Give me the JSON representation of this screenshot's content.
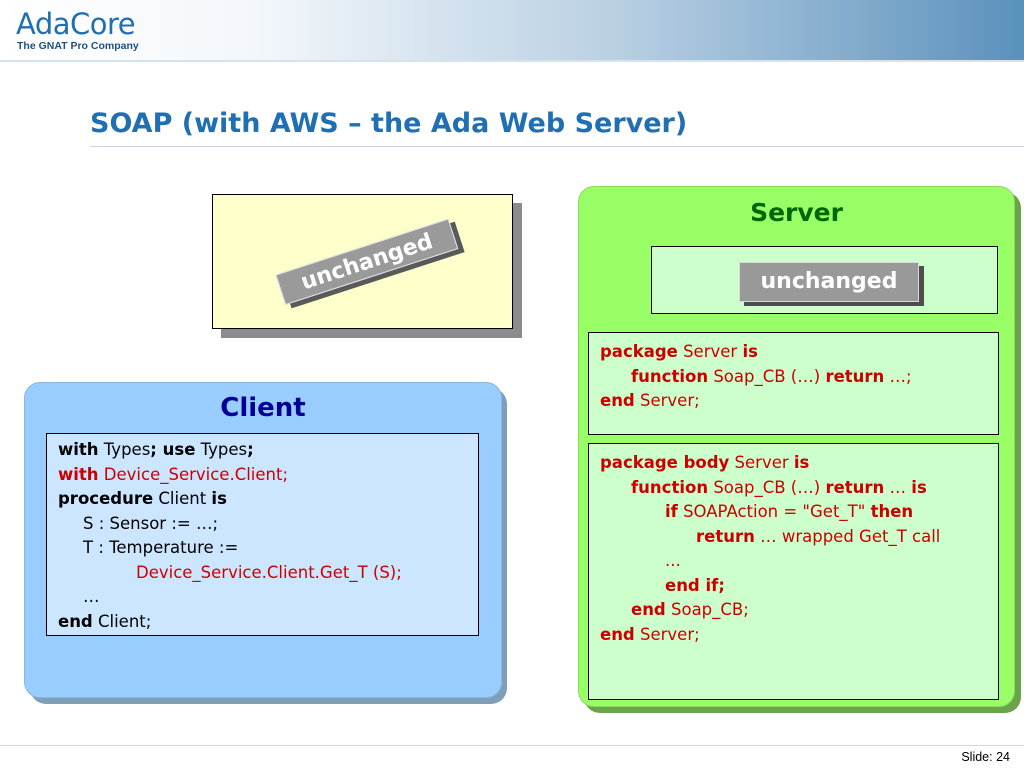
{
  "header": {
    "logo_main_ada": "Ada",
    "logo_main_core": "Core",
    "logo_sub": "The GNAT Pro Company",
    "colors": {
      "brand": "#1f6fb2",
      "band_end": "#5b91bd"
    }
  },
  "title": "SOAP (with AWS – the Ada Web Server)",
  "yellow_box": {
    "stamp": "unchanged",
    "fill": "#ffffcc"
  },
  "server": {
    "title": "Server",
    "unchanged_label": "unchanged",
    "fill": "#99ff66",
    "spec": {
      "l1": [
        "package",
        " Server ",
        "is"
      ],
      "l2": [
        "function",
        " Soap_CB (…) ",
        "return",
        " …;"
      ],
      "l3": [
        "end",
        " Server;"
      ]
    },
    "body": {
      "l1": [
        "package body",
        " Server ",
        "is"
      ],
      "l2": [
        "function",
        " Soap_CB (…) ",
        "return",
        " … ",
        "is"
      ],
      "l3": [
        "if",
        " SOAPAction = \"Get_T\" ",
        "then"
      ],
      "l4": [
        "return",
        " … wrapped Get_T call"
      ],
      "l5": "...",
      "l6": "end if;",
      "l7": [
        "end",
        " Soap_CB;"
      ],
      "l8": [
        "end",
        " Server;"
      ]
    }
  },
  "client": {
    "title": "Client",
    "fill": "#99ccff",
    "l1": [
      "with",
      " Types",
      "; use",
      " Types",
      ";"
    ],
    "l2": [
      "with",
      " Device_Service.Client;"
    ],
    "l3": [
      "procedure",
      " Client ",
      "is"
    ],
    "l4": "S : Sensor := …;",
    "l5": "T : Temperature :=",
    "l6": "Device_Service.Client.Get_T (S);",
    "l7": "…",
    "l8": [
      "end",
      " Client;"
    ]
  },
  "footer": {
    "slide_label": "Slide: 24"
  }
}
